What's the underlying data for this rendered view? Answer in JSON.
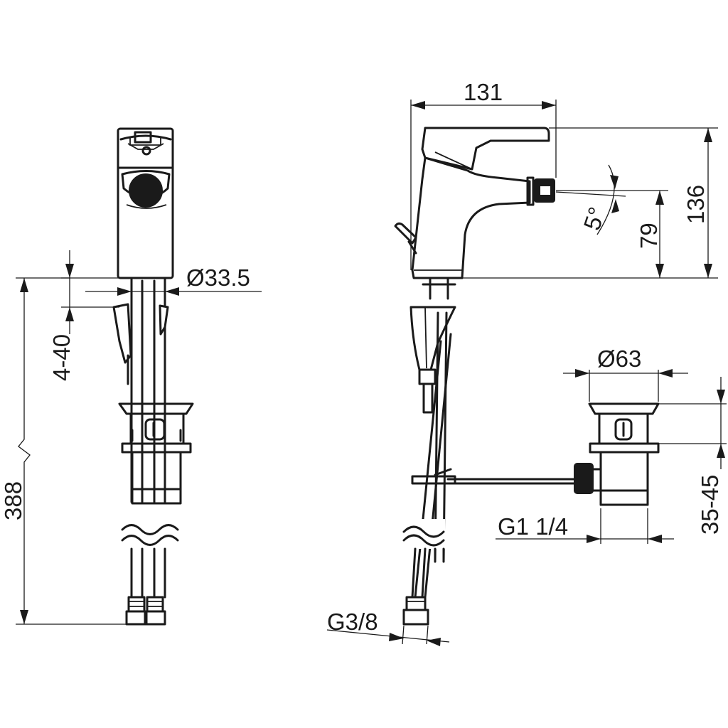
{
  "dimensions": {
    "spout_diameter": "Ø33.5",
    "deck_thickness": "4-40",
    "hose_length": "388",
    "body_width": "131",
    "total_height": "136",
    "spout_height": "79",
    "spout_angle": "5°",
    "waste_diameter": "Ø63",
    "waste_height": "35-45",
    "waste_thread": "G1 1/4",
    "hose_thread": "G3/8"
  }
}
